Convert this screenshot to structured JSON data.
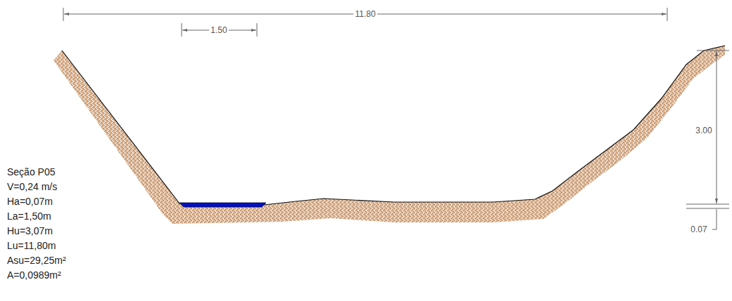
{
  "diagram": {
    "labels": [
      "11.80",
      "1.50",
      "3.00",
      "0.07",
      "Seção P05",
      "V=0,24 m/s",
      "Ha=0,07m",
      "La=1,50m",
      "Hu=3,07m",
      "Lu=11,80m",
      "Asu=29,25m²",
      "A=0,0989m²"
    ]
  }
}
